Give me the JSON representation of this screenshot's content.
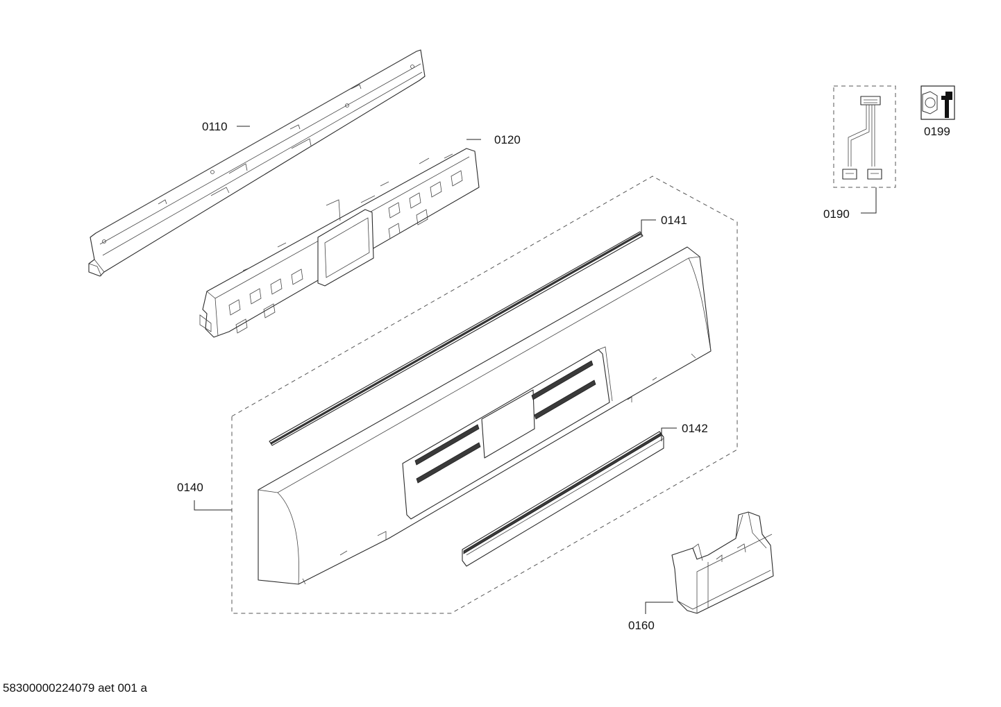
{
  "labels": {
    "p0110": "0110",
    "p0120": "0120",
    "p0140": "0140",
    "p0141": "0141",
    "p0142": "0142",
    "p0160": "0160",
    "p0190": "0190",
    "p0199": "0199"
  },
  "footer": "58300000224079 aet 001 a",
  "icons": [
    "wrench-nut-service-icon"
  ]
}
